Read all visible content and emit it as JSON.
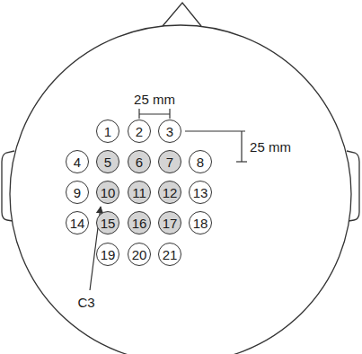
{
  "diagram": {
    "nodes": [
      {
        "text": [
          "1"
        ]
      },
      {
        "text": [
          "2"
        ]
      },
      {
        "text": [
          "3"
        ]
      },
      {
        "text": [
          "4"
        ]
      },
      {
        "text": [
          "5"
        ]
      },
      {
        "text": [
          "6"
        ]
      },
      {
        "text": [
          "7"
        ]
      },
      {
        "text": [
          "8"
        ]
      },
      {
        "text": [
          "9"
        ]
      },
      {
        "text": [
          "10"
        ]
      },
      {
        "text": [
          "11"
        ]
      },
      {
        "text": [
          "12"
        ]
      },
      {
        "text": [
          "13"
        ]
      },
      {
        "text": [
          "14"
        ]
      },
      {
        "text": [
          "15"
        ]
      },
      {
        "text": [
          "16"
        ]
      },
      {
        "text": [
          "17"
        ]
      },
      {
        "text": [
          "18"
        ]
      },
      {
        "text": [
          "19"
        ]
      },
      {
        "text": [
          "20"
        ]
      },
      {
        "text": [
          "21"
        ]
      }
    ],
    "labels": [
      "25 mm",
      "25 mm",
      "C3"
    ]
  }
}
